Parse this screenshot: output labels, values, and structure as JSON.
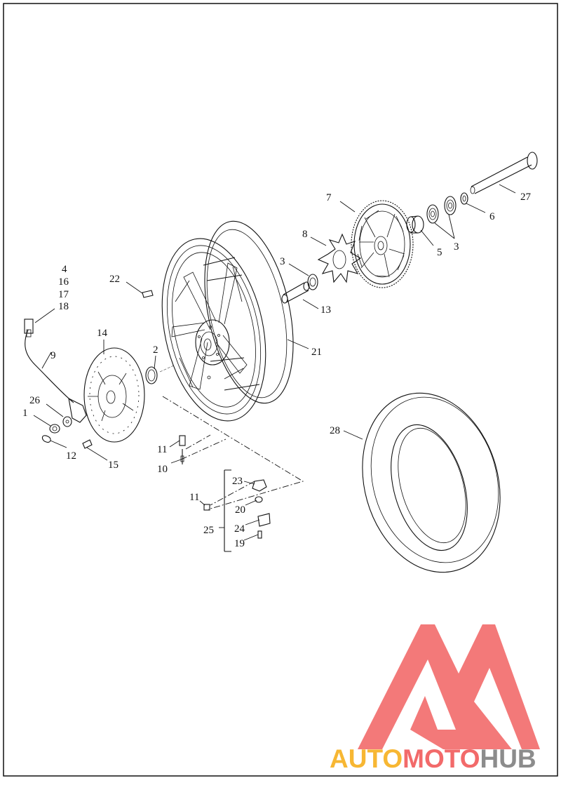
{
  "callouts": {
    "c27": "27",
    "c7": "7",
    "c6": "6",
    "c5": "5",
    "c3a": "3",
    "c3b": "3",
    "c8": "8",
    "c13": "13",
    "c21": "21",
    "c22": "22",
    "c4": "4",
    "c16": "16",
    "c17": "17",
    "c18": "18",
    "c9": "9",
    "c14": "14",
    "c2": "2",
    "c26": "26",
    "c1": "1",
    "c12": "12",
    "c15": "15",
    "c11a": "11",
    "c10": "10",
    "c23": "23",
    "c11b": "11",
    "c20": "20",
    "c24": "24",
    "c25": "25",
    "c19": "19",
    "c28": "28"
  },
  "watermark": {
    "part1": "AUTO",
    "part2": "MOTO",
    "part3": "HUB",
    "colors": {
      "logo": "#f26a6a",
      "part1": "#f7b733",
      "part2": "#f26a6a",
      "part3": "#8c8c8c"
    }
  }
}
